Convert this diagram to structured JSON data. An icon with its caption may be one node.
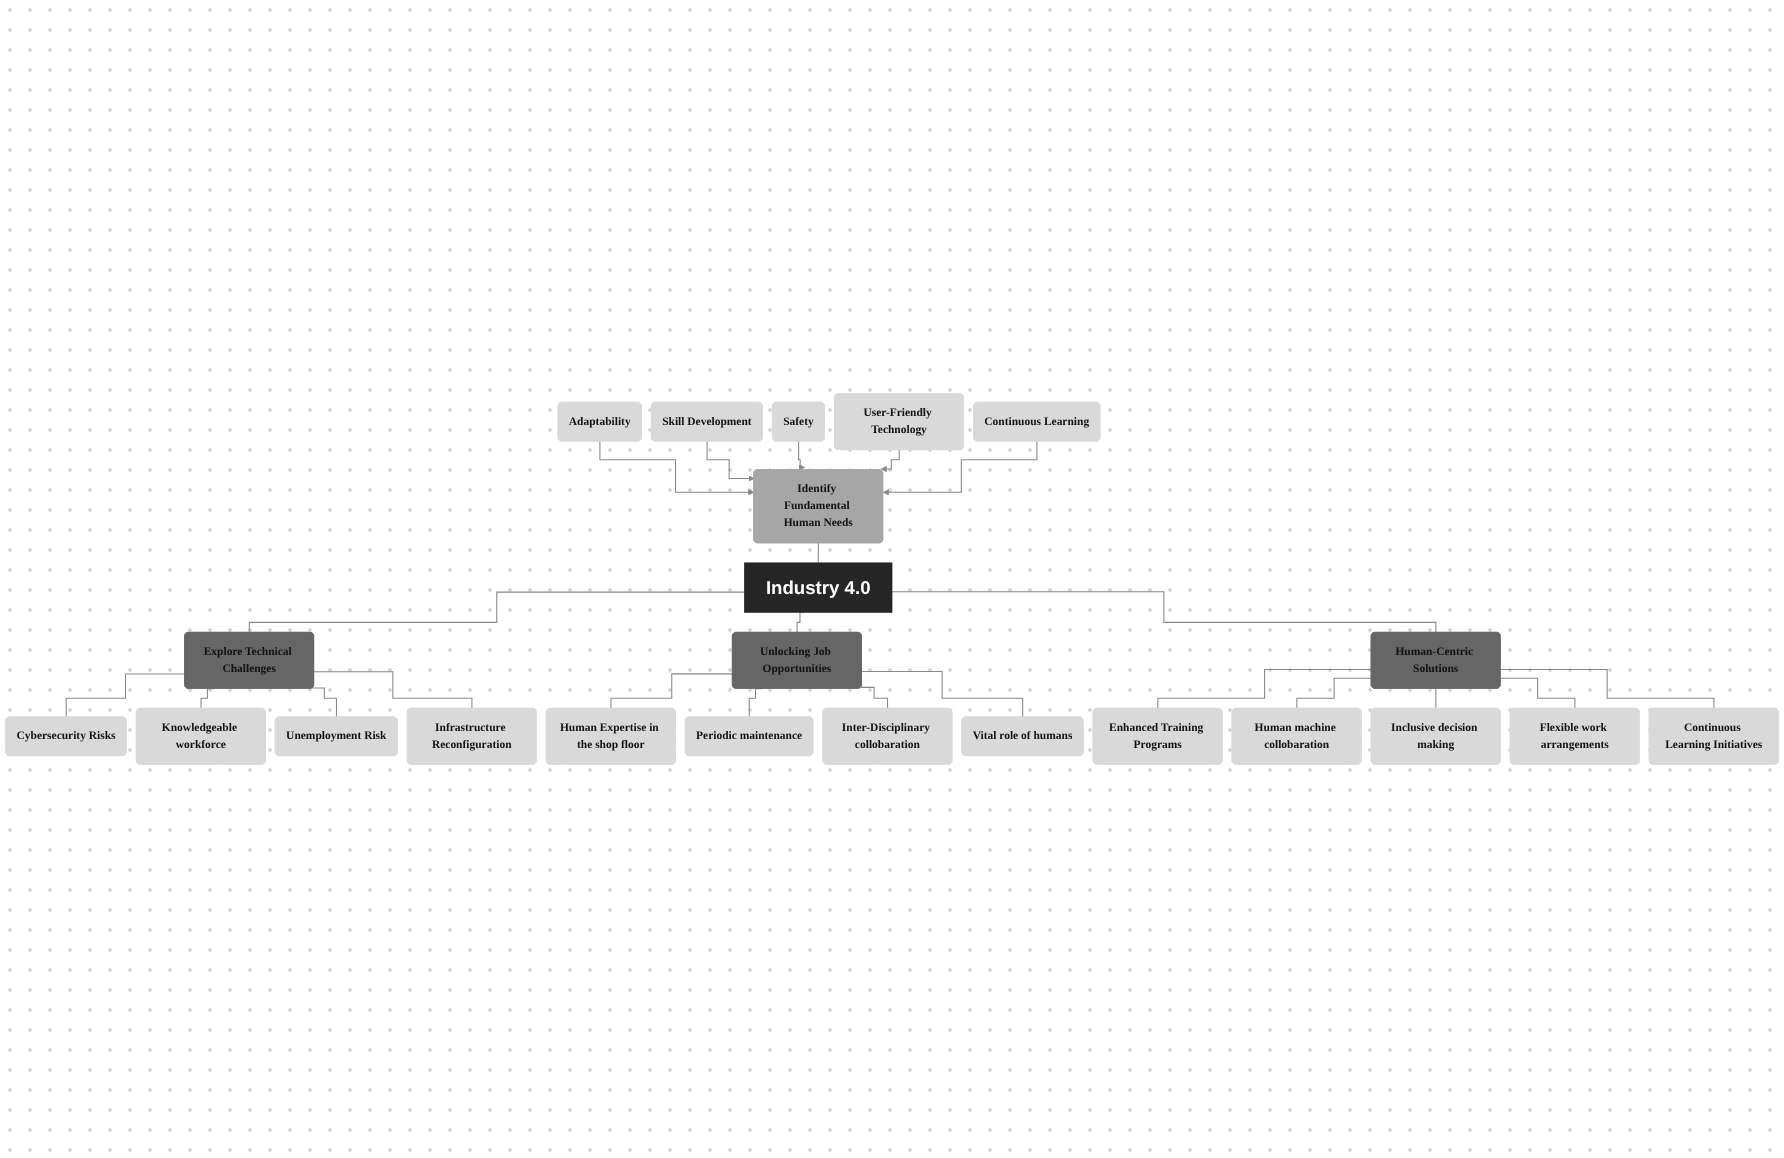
{
  "diagram": {
    "nodes": [
      {
        "text": [
          "Adaptability"
        ]
      },
      {
        "text": [
          "Skill Development"
        ]
      },
      {
        "text": [
          "Safety"
        ]
      },
      {
        "text": [
          "User-Friendly Technology"
        ]
      },
      {
        "text": [
          "Continuous Learning"
        ]
      },
      {
        "text": [
          "Identify Fundamental Human Needs"
        ]
      },
      {
        "text": [
          "Cybersecurity Risks"
        ]
      },
      {
        "text": [
          "Human Expertise in the shop floor"
        ]
      },
      {
        "text": [
          "Explore Technical Challenges"
        ]
      },
      {
        "text": [
          "Industry 4.0"
        ]
      },
      {
        "text": [
          "Unlocking Job Opportunities"
        ]
      },
      {
        "text": [
          "Knowledgeable workforce"
        ]
      },
      {
        "text": [
          "Periodic maintenance"
        ]
      },
      {
        "text": [
          "Unemployment Risk"
        ]
      },
      {
        "text": [
          "Inter-Disciplinary collobaration"
        ]
      },
      {
        "text": [
          "Infrastructure Reconfiguration"
        ]
      },
      {
        "text": [
          "Human-Centric Solutions"
        ]
      },
      {
        "text": [
          "Vital role of humans"
        ]
      },
      {
        "text": [
          "Enhanced Training Programs"
        ]
      },
      {
        "text": [
          "Human machine collobaration"
        ]
      },
      {
        "text": [
          "Inclusive decision making"
        ]
      },
      {
        "text": [
          "Flexible work arrangements"
        ]
      },
      {
        "text": [
          "Continuous Learning Initiatives"
        ]
      }
    ],
    "edges": [
      {
        "from": 0,
        "to": 5,
        "arrow": "to"
      },
      {
        "from": 1,
        "to": 5,
        "arrow": "to"
      },
      {
        "from": 2,
        "to": 5,
        "arrow": "to"
      },
      {
        "from": 3,
        "to": 5,
        "arrow": "to"
      },
      {
        "from": 4,
        "to": 5,
        "arrow": "to"
      },
      {
        "from": 5,
        "to": 9,
        "arrow": "none"
      },
      {
        "from": 9,
        "to": 8,
        "arrow": "none"
      },
      {
        "from": 8,
        "to": 6,
        "arrow": "none"
      },
      {
        "from": 8,
        "to": 11,
        "arrow": "none"
      },
      {
        "from": 8,
        "to": 13,
        "arrow": "none"
      },
      {
        "from": 8,
        "to": 15,
        "arrow": "none"
      },
      {
        "from": 9,
        "to": 10,
        "arrow": "none"
      },
      {
        "from": 10,
        "to": 7,
        "arrow": "none"
      },
      {
        "from": 10,
        "to": 12,
        "arrow": "none"
      },
      {
        "from": 10,
        "to": 14,
        "arrow": "none"
      },
      {
        "from": 10,
        "to": 17,
        "arrow": "none"
      },
      {
        "from": 9,
        "to": 16,
        "arrow": "none"
      },
      {
        "from": 16,
        "to": 18,
        "arrow": "none"
      },
      {
        "from": 16,
        "to": 19,
        "arrow": "none"
      },
      {
        "from": 16,
        "to": 20,
        "arrow": "none"
      },
      {
        "from": 16,
        "to": 21,
        "arrow": "none"
      },
      {
        "from": 16,
        "to": 22,
        "arrow": "none"
      }
    ]
  }
}
